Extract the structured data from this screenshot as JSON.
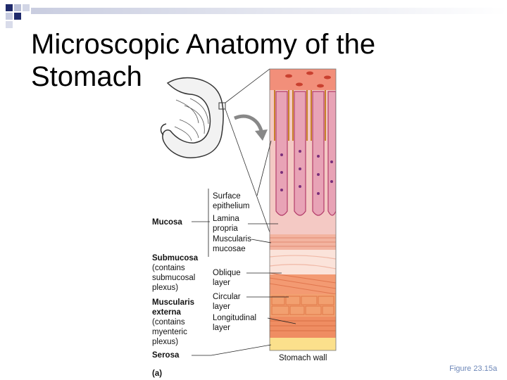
{
  "slide": {
    "title_line1": "Microscopic Anatomy of the",
    "title_line2": "Stomach",
    "caption": "Figure 23.15a"
  },
  "figure": {
    "panel_letter": "(a)",
    "left_labels": {
      "mucosa": "Mucosa",
      "submucosa": "Submucosa",
      "submucosa_sub1": "(contains",
      "submucosa_sub2": "submucosal",
      "submucosa_sub3": "plexus)",
      "muscularis1": "Muscularis",
      "muscularis2": "externa",
      "muscularis_sub1": "(contains",
      "muscularis_sub2": "myenteric",
      "muscularis_sub3": "plexus)",
      "serosa": "Serosa"
    },
    "right_labels": {
      "surface1": "Surface",
      "surface2": "epithelium",
      "lamina1": "Lamina",
      "lamina2": "propria",
      "musc_mucosae1": "Muscularis",
      "musc_mucosae2": "mucosae",
      "oblique1": "Oblique",
      "oblique2": "layer",
      "circular1": "Circular",
      "circular2": "layer",
      "longitudinal1": "Longitudinal",
      "longitudinal2": "layer"
    },
    "bottom_label": "Stomach wall"
  }
}
